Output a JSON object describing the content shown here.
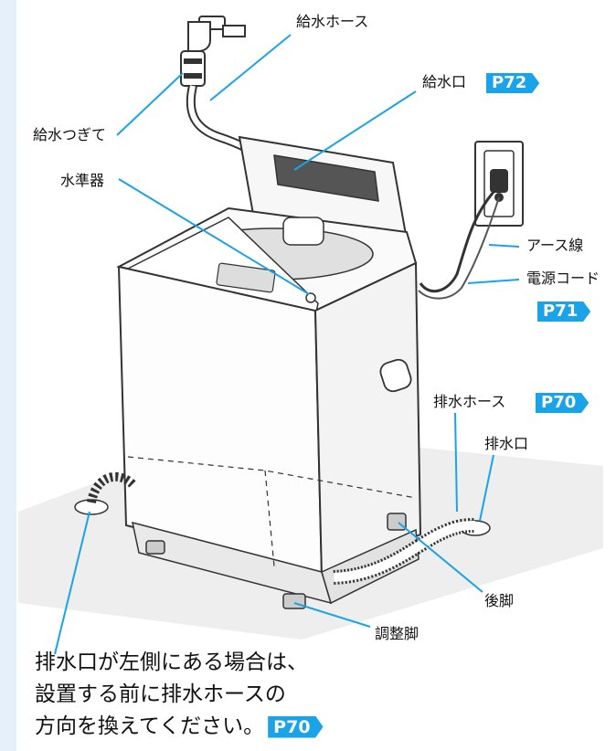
{
  "colors": {
    "accent": "#1aa3e8",
    "panel": "#e6f0fa",
    "floor": "#eeeeee",
    "leader": "#1aa3e8"
  },
  "labels": {
    "supply_hose": "給水ホース",
    "supply_inlet": "給水口",
    "supply_joint": "給水つぎて",
    "level_gauge": "水準器",
    "ground_wire": "アース線",
    "power_cord": "電源コード",
    "drain_hose": "排水ホース",
    "drain_outlet": "排水口",
    "rear_foot": "後脚",
    "adjust_foot": "調整脚"
  },
  "badges": {
    "supply_inlet": "P72",
    "power": "P71",
    "drain_hose": "P70",
    "note": "P70"
  },
  "note": {
    "line1": "排水口が左側にある場合は、",
    "line2": "設置する前に排水ホースの",
    "line3": "方向を換えてください。"
  }
}
